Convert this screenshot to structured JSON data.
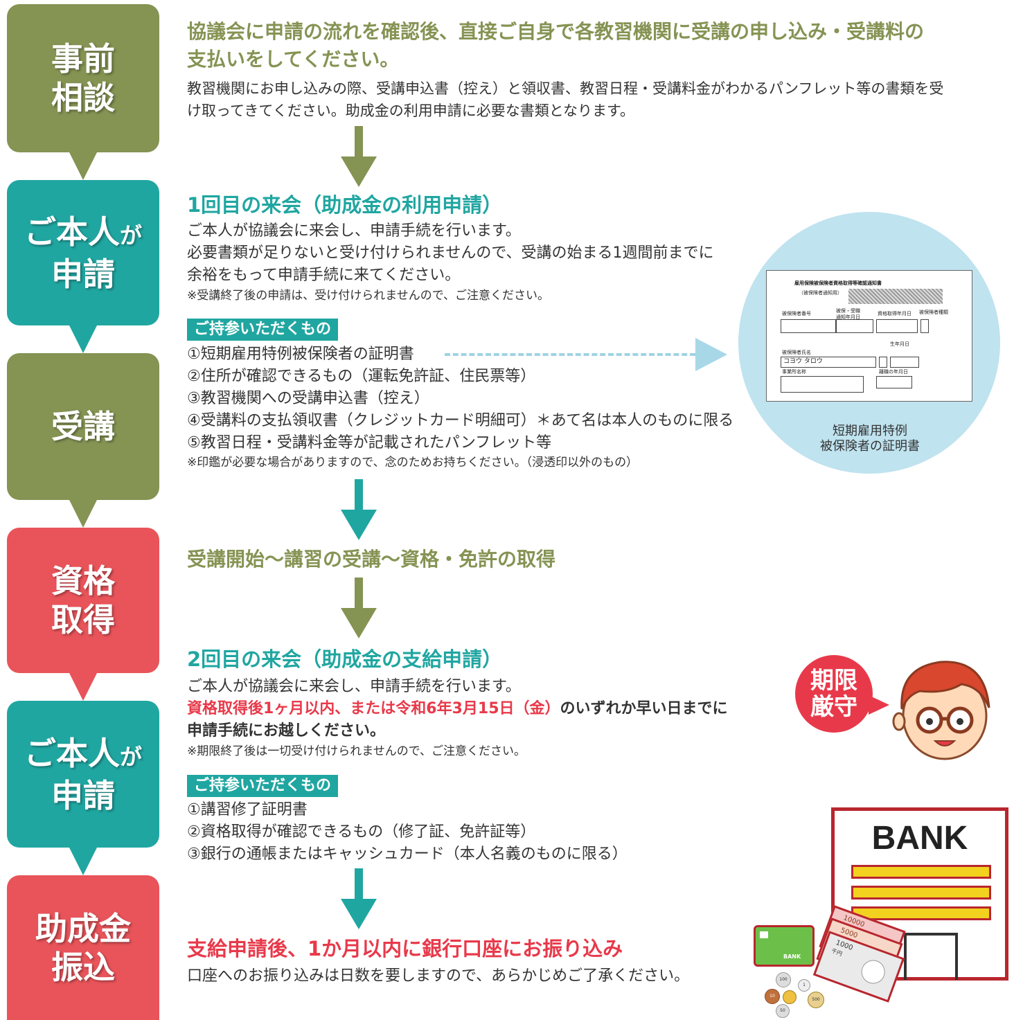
{
  "steps": [
    {
      "line1": "事前",
      "line2": "相談"
    },
    {
      "line1": "ご本人",
      "line1_small": "が",
      "line2": "申請"
    },
    {
      "line1": "受講"
    },
    {
      "line1": "資格",
      "line2": "取得"
    },
    {
      "line1": "ご本人",
      "line1_small": "が",
      "line2": "申請"
    },
    {
      "line1": "助成金",
      "line2": "振込"
    }
  ],
  "section1": {
    "heading_line1": "協議会に申請の流れを確認後、直接ご自身で各教習機関に受講の申し込み・受講料の",
    "heading_line2": "支払いをしてください。",
    "body_line1": "教習機関にお申し込みの際、受講申込書（控え）と領収書、教習日程・受講料金がわかるパンフレット等の書類を受",
    "body_line2": "け取ってきてください。助成金の利用申請に必要な書類となります。"
  },
  "section2": {
    "heading": "1回目の来会（助成金の利用申請）",
    "body_line1": "ご本人が協議会に来会し、申請手続を行います。",
    "body_line2": "必要書類が足りないと受け付けられませんので、受講の始まる1週間前までに",
    "body_line3": "余裕をもって申請手続に来てください。",
    "note": "※受講終了後の申請は、受け付けられませんので、ご注意ください。",
    "tag": "ご持参いただくもの",
    "items": [
      "①短期雇用特例被保険者の証明書",
      "②住所が確認できるもの（運転免許証、住民票等）",
      "③教習機関への受講申込書（控え）",
      "④受講料の支払領収書（クレジットカード明細可）＊あて名は本人のものに限る",
      "⑤教習日程・受講料金等が記載されたパンフレット等"
    ],
    "items_note": "※印鑑が必要な場合がありますので、念のためお持ちください。（浸透印以外のもの）"
  },
  "certificate": {
    "doc_title": "雇用保険被保険者資格取得等確認通知書",
    "doc_subtitle": "（被保険者通知用）",
    "field_number": "被保険者番号",
    "field_date1": "被保・受職 通知年月日",
    "field_date2": "資格取得年月日",
    "field_type": "被保険者種類",
    "field_name": "被保険者氏名",
    "field_dob": "生年月日",
    "name_value": "コヨウ タロウ",
    "field_office": "事業所名称",
    "field_end": "離職の年月日",
    "caption_line1": "短期雇用特例",
    "caption_line2": "被保険者の証明書"
  },
  "section3": {
    "heading": "受講開始～講習の受講～資格・免許の取得"
  },
  "section4": {
    "heading": "2回目の来会（助成金の支給申請）",
    "body_line1": "ご本人が協議会に来会し、申請手続を行います。",
    "red_part": "資格取得後1ヶ月以内、または令和6年3月15日（金）",
    "black_part": "のいずれか早い日までに",
    "body_line3": "申請手続にお越しください。",
    "note": "※期限終了後は一切受け付けられませんので、ご注意ください。",
    "tag": "ご持参いただくもの",
    "items": [
      "①講習修了証明書",
      "②資格取得が確認できるもの（修了証、免許証等）",
      "③銀行の通帳またはキャッシュカード（本人名義のものに限る）"
    ],
    "deadline_line1": "期限",
    "deadline_line2": "厳守"
  },
  "section5": {
    "heading": "支給申請後、1か月以内に銀行口座にお振り込み",
    "body": "口座へのお振り込みは日数を要しますので、あらかじめご了承ください。"
  },
  "bank": {
    "sign": "BANK",
    "card_label": "BANK",
    "note1": "10000",
    "note2": "5000",
    "note3": "1000",
    "note3_sub": "千円",
    "coin1": "100",
    "coin2": "10",
    "coin3": "1",
    "coin4": "500",
    "coin5": "50"
  },
  "colors": {
    "olive": "#859353",
    "teal": "#20a6a1",
    "red": "#e8545a"
  }
}
